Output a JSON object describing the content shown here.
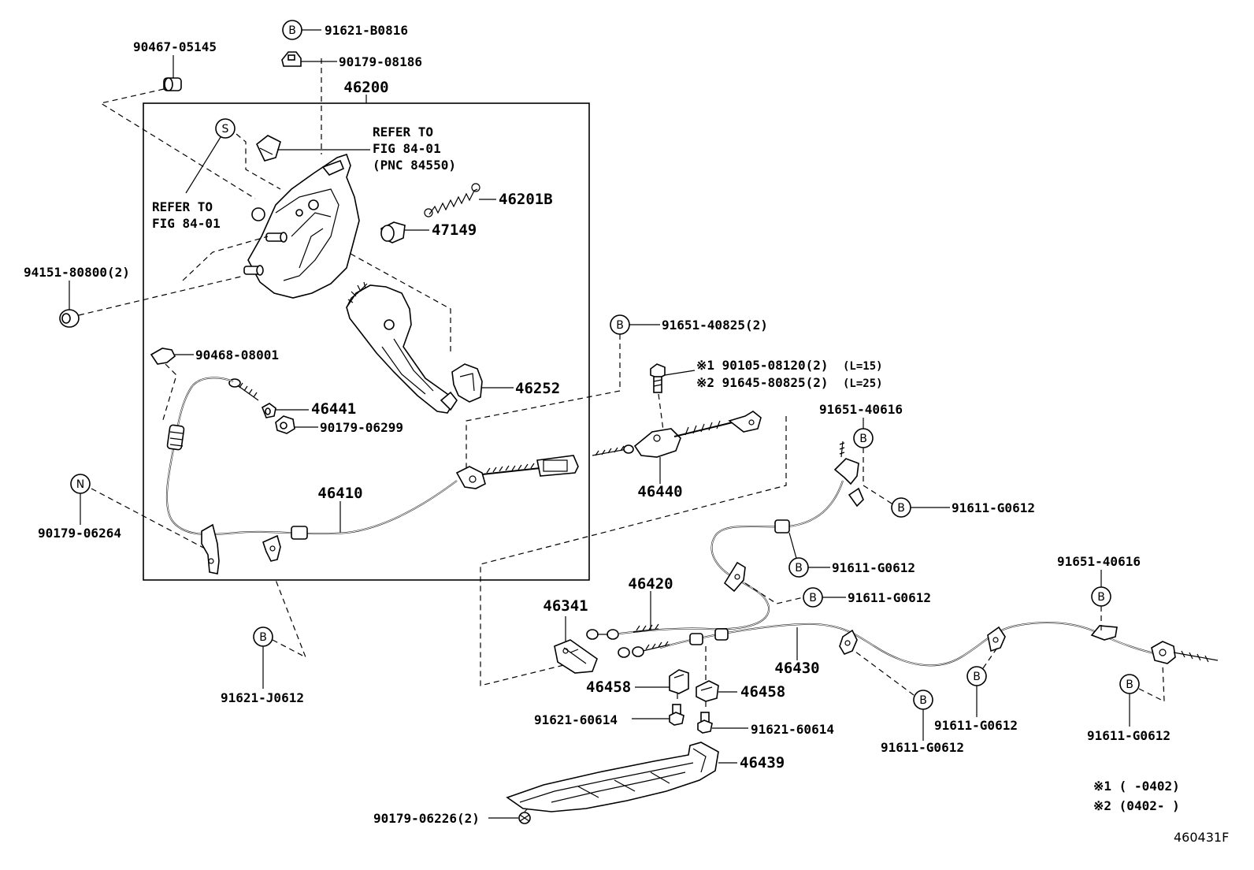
{
  "labels": {
    "b_91621_B0816": "91621-B0816",
    "p_90467_05145": "90467-05145",
    "p_90179_08186": "90179-08186",
    "p_46200": "46200",
    "refer_top_1": "REFER TO",
    "refer_top_2": "FIG 84-01",
    "refer_top_3": "(PNC 84550)",
    "refer_left_1": "REFER TO",
    "refer_left_2": "FIG 84-01",
    "p_46201B": "46201B",
    "p_47149": "47149",
    "p_94151_80800": "94151-80800(2)",
    "p_91651_40825": "91651-40825(2)",
    "p_90468_08001": "90468-08001",
    "p_90105_08120": "※1 90105-08120(2)",
    "p_90105_08120_l": "(L=15)",
    "p_91645_80825": "※2 91645-80825(2)",
    "p_91645_80825_l": "(L=25)",
    "p_46252": "46252",
    "p_46441": "46441",
    "p_90179_06299": "90179-06299",
    "p_91651_40616_a": "91651-40616",
    "p_46440": "46440",
    "p_46410": "46410",
    "p_90179_06264": "90179-06264",
    "p_91611_G0612_a": "91611-G0612",
    "p_91611_G0612_b": "91611-G0612",
    "p_91611_G0612_c": "91611-G0612",
    "p_91651_40616_b": "91651-40616",
    "p_46420": "46420",
    "p_46341": "46341",
    "p_46430": "46430",
    "p_91621_J0612": "91621-J0612",
    "p_46458_a": "46458",
    "p_46458_b": "46458",
    "p_91621_60614_a": "91621-60614",
    "p_91621_60614_b": "91621-60614",
    "p_91611_G0612_d": "91611-G0612",
    "p_91611_G0612_e": "91611-G0612",
    "p_91611_G0612_f": "91611-G0612",
    "p_46439": "46439",
    "p_90179_06226": "90179-06226(2)",
    "note_1": "※1 (      -0402)",
    "note_2": "※2 (0402-      )",
    "fig_id": "460431F"
  },
  "circle_letters": {
    "b": "B",
    "s": "S",
    "n": "N"
  }
}
